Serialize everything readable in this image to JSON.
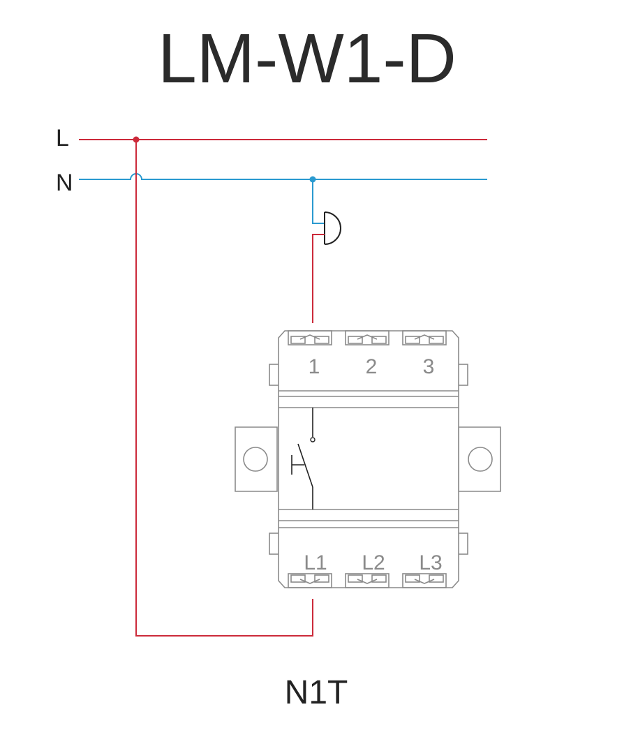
{
  "title": "LM-W1-D",
  "lines": {
    "live_label": "L",
    "neutral_label": "N"
  },
  "terminals": {
    "top": [
      "1",
      "2",
      "3"
    ],
    "bottom": [
      "L1",
      "L2",
      "L3"
    ]
  },
  "model": "N1T",
  "colors": {
    "live_wire": "#cc2a3a",
    "neutral_wire": "#2a9ad0",
    "outline": "#8a8a8a",
    "text": "#222222"
  },
  "icons": {
    "load": "bell-push-icon",
    "switch": "switch-icon",
    "junction": "junction-dot-icon"
  }
}
